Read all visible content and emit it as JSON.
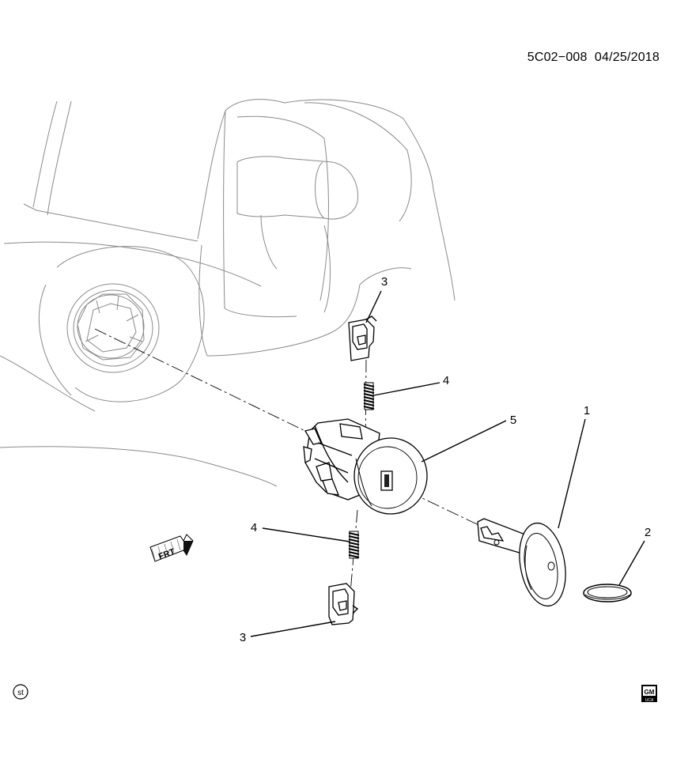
{
  "header": {
    "document_id": "5C02−008",
    "date": "04/25/2018"
  },
  "callouts": [
    {
      "id": "callout-1",
      "label": "1"
    },
    {
      "id": "callout-2",
      "label": "2"
    },
    {
      "id": "callout-3-top",
      "label": "3"
    },
    {
      "id": "callout-3-bottom",
      "label": "3"
    },
    {
      "id": "callout-4-top",
      "label": "4"
    },
    {
      "id": "callout-4-bottom",
      "label": "4"
    },
    {
      "id": "callout-5",
      "label": "5"
    }
  ],
  "orientation_marker": {
    "text": "FRT"
  },
  "footer": {
    "st_badge": "st",
    "logo_top": "GM",
    "logo_bottom": "UCA"
  }
}
